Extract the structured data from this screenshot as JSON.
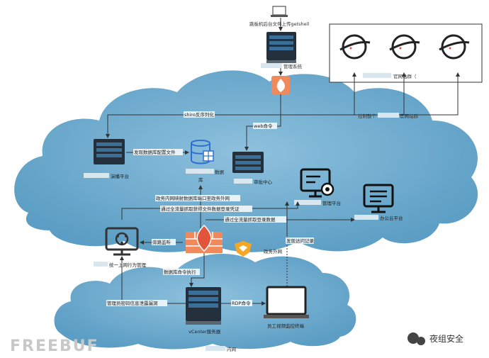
{
  "top_note": "跳板机后台文件上传getshell",
  "mgmt_system": "管理系统",
  "site_cluster": "官网站群（",
  "control_sites": "控制整个",
  "official_site": "官网站群",
  "shiro": "shiro反序列化",
  "web_cmd": "web命令",
  "db_config": "发现数据库配置文件",
  "data": "数据",
  "lib": "库",
  "sec_platform": "演播平台",
  "approve_center": "审批中心",
  "gov_inner_link": "政务内网映射数据库端口至政务外网",
  "flow_capture": "通过全流量抓取获得文件数据登录凭证",
  "flow_capture2": "通过全流量抓取登录数据",
  "mgmt_platform": "管理平台",
  "office_cloud": "办公云平台",
  "bypass_monitor": "旁路监听",
  "behavior_mgmt": "统一上网行为管理",
  "gov_outer": "政务外网",
  "access_log": "发现访问记录",
  "db_cmd": "数据库命令执行",
  "mgmt_pwd": "管理员密码信息泄露漏洞",
  "rdp": "RDP命令",
  "vcenter": "vCenter服务器",
  "staff_term": "员工视频监控终端",
  "inner_net": "内网",
  "wechat": "夜组安全",
  "watermark": "FREEBUF",
  "colors": {
    "cloud": "#78b3d4",
    "cloud_light": "#a3cde4",
    "firewall": "#f08a5d",
    "arrow": "#333333"
  }
}
